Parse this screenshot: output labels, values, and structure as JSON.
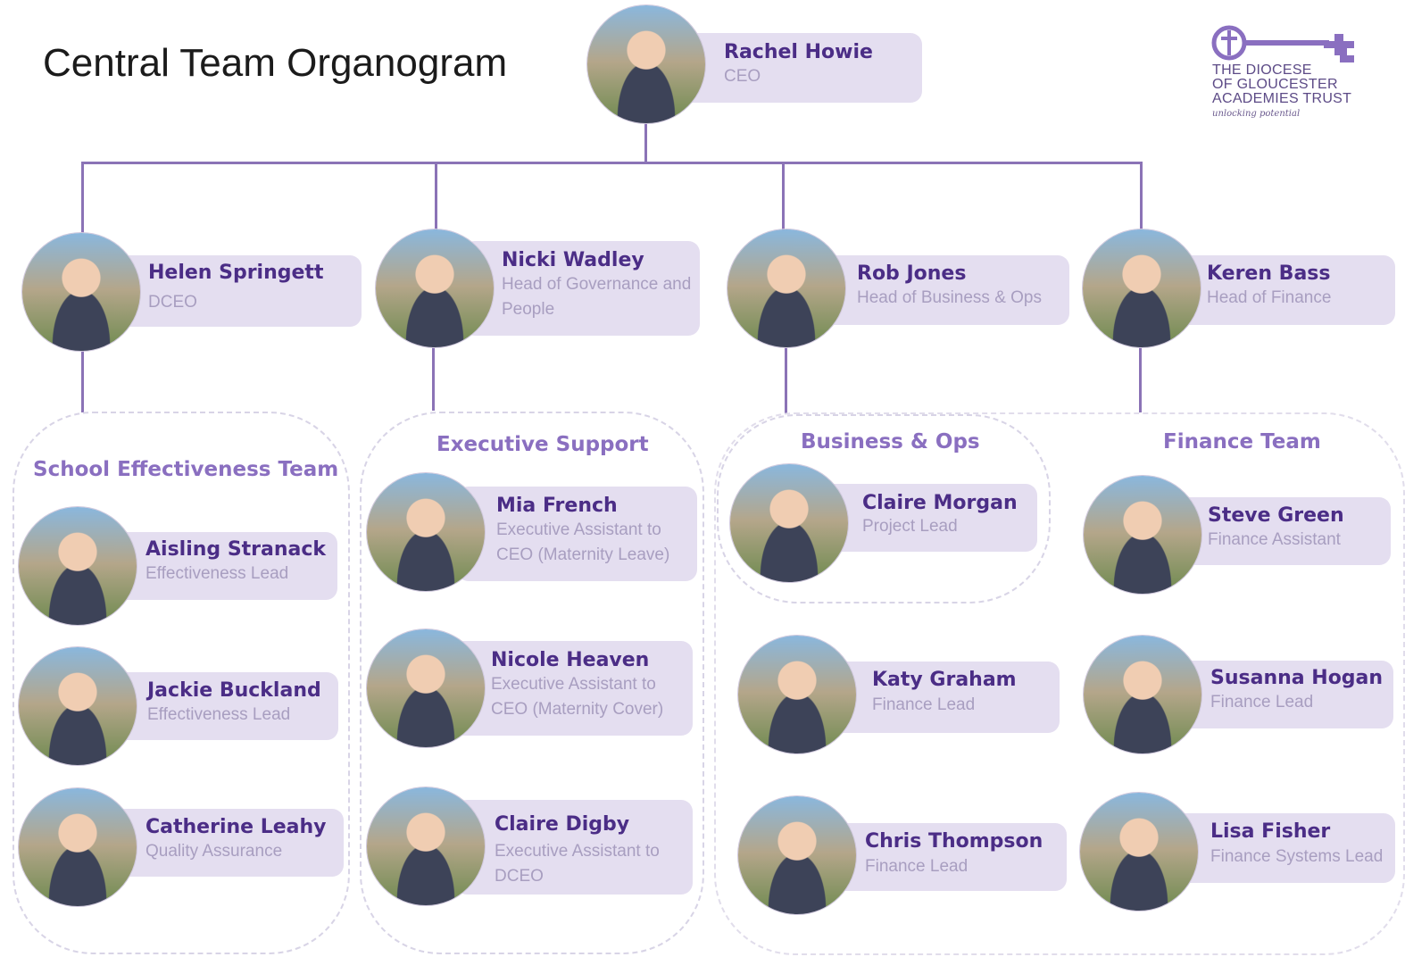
{
  "title": "Central Team Organogram",
  "logo": {
    "lines": [
      "THE DIOCESE",
      "OF GLOUCESTER",
      "ACADEMIES TRUST"
    ],
    "tagline": "unlocking potential"
  },
  "ceo": {
    "name": "Rachel Howie",
    "role": "CEO"
  },
  "heads": [
    {
      "name": "Helen Springett",
      "role": "DCEO"
    },
    {
      "name": "Nicki Wadley",
      "role": "Head of Governance and People"
    },
    {
      "name": "Rob Jones",
      "role": "Head of Business & Ops"
    },
    {
      "name": "Keren Bass",
      "role": "Head of Finance"
    }
  ],
  "groups": {
    "school": {
      "title": "School Effectiveness Team",
      "members": [
        {
          "name": "Aisling Stranack",
          "role": "Effectiveness Lead"
        },
        {
          "name": "Jackie Buckland",
          "role": "Effectiveness Lead"
        },
        {
          "name": "Catherine Leahy",
          "role": "Quality Assurance"
        }
      ]
    },
    "exec": {
      "title": "Executive Support",
      "members": [
        {
          "name": "Mia French",
          "role": "Executive Assistant to CEO (Maternity Leave)"
        },
        {
          "name": "Nicole Heaven",
          "role": "Executive Assistant to CEO (Maternity Cover)"
        },
        {
          "name": "Claire Digby",
          "role": "Executive Assistant to DCEO"
        }
      ]
    },
    "biz": {
      "title": "Business & Ops",
      "members": [
        {
          "name": "Claire Morgan",
          "role": "Project Lead"
        }
      ]
    },
    "finance": {
      "title": "Finance Team",
      "members": [
        {
          "name": "Steve Green",
          "role": "Finance Assistant"
        },
        {
          "name": "Katy Graham",
          "role": "Finance Lead"
        },
        {
          "name": "Susanna Hogan",
          "role": "Finance Lead"
        },
        {
          "name": "Chris Thompson",
          "role": "Finance Lead"
        },
        {
          "name": "Lisa Fisher",
          "role": "Finance Systems Lead"
        }
      ]
    }
  },
  "colors": {
    "accent": "#4b2d86",
    "connector": "#8b73b6",
    "card": "#e4def0",
    "groupTitle": "#8a6fc0"
  }
}
